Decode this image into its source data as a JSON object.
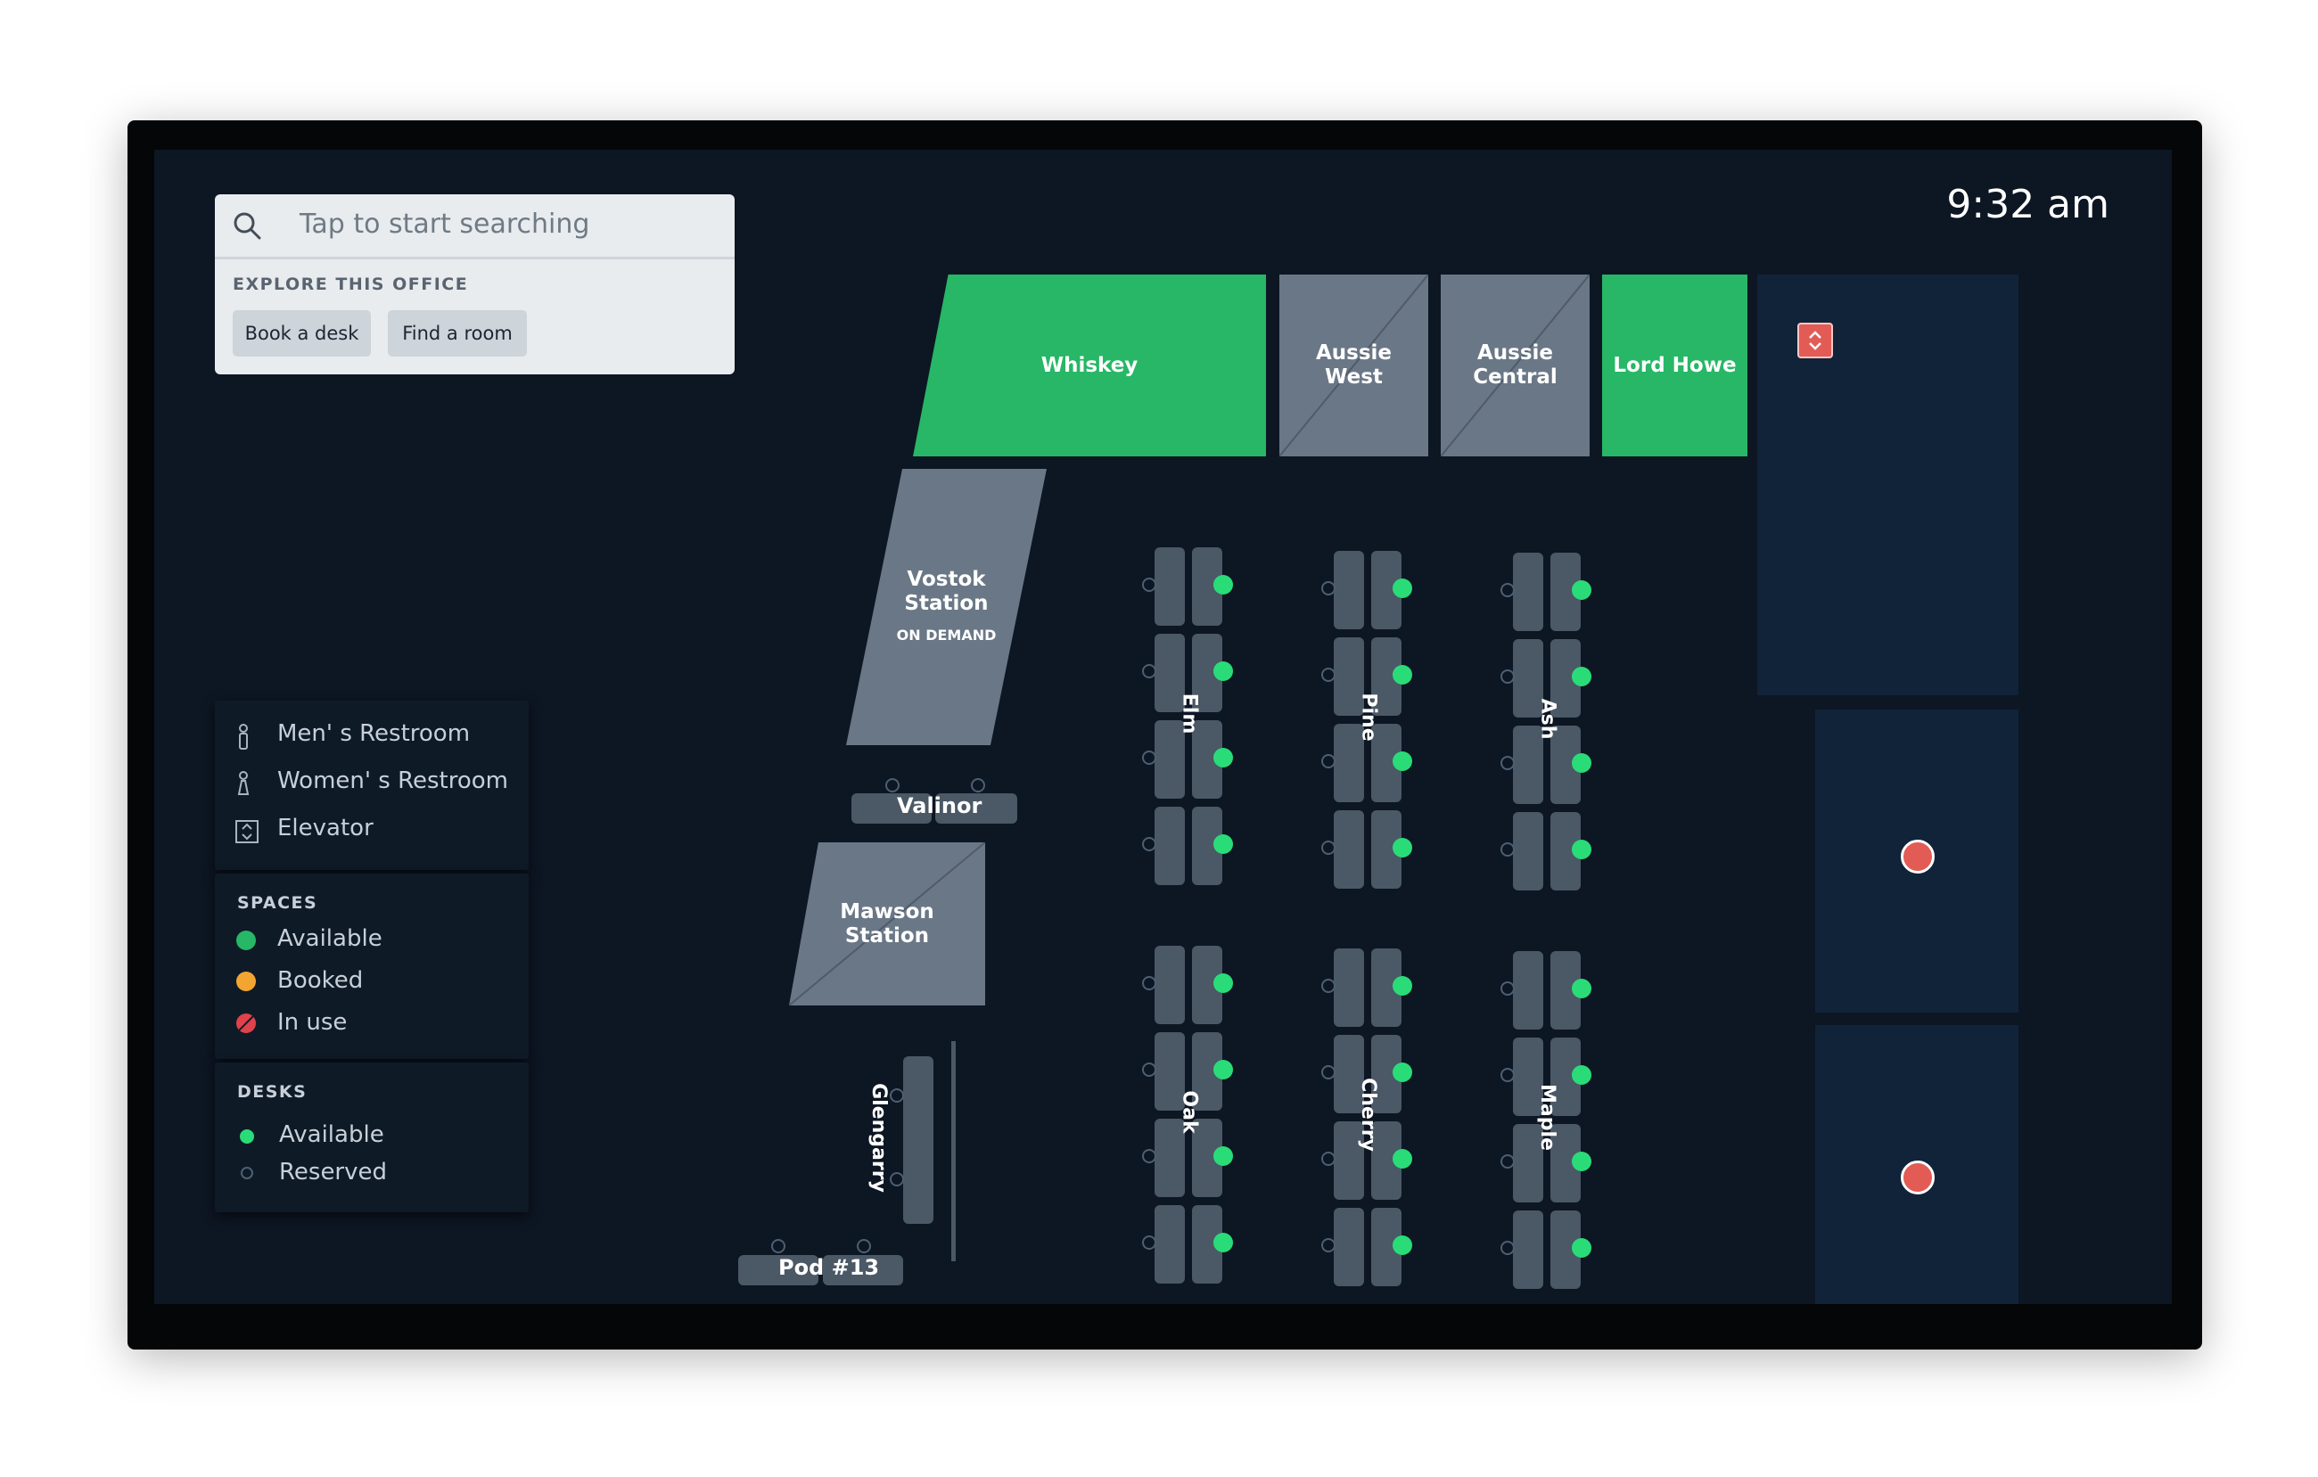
{
  "search": {
    "placeholder": "Tap to start searching",
    "explore_label": "EXPLORE THIS OFFICE",
    "actions": [
      "Book a desk",
      "Find a room"
    ]
  },
  "clock": "9:32 am",
  "rooms": {
    "whiskey": "Whiskey",
    "aussie_west": "Aussie\nWest",
    "aussie_central": "Aussie\nCentral",
    "lord_howe": "Lord Howe",
    "vostok": "Vostok\nStation",
    "vostok_tag": "ON DEMAND",
    "mawson": "Mawson\nStation"
  },
  "desk_banks": [
    "Elm",
    "Pine",
    "Ash",
    "Oak",
    "Cherry",
    "Maple"
  ],
  "pods": {
    "valinor": "Valinor",
    "glengarry": "Glengarry",
    "pod13": "Pod #13"
  },
  "legend": {
    "facilities": [
      "Men' s Restroom",
      "Women' s Restroom",
      "Elevator"
    ],
    "spaces_heading": "SPACES",
    "spaces": [
      "Available",
      "Booked",
      "In use"
    ],
    "desks_heading": "DESKS",
    "desks": [
      "Available",
      "Reserved"
    ]
  },
  "colors": {
    "available_space": "#27b766",
    "booked": "#f2a531",
    "in_use": "#e0424b",
    "desk_available": "#29dc78",
    "room_unavailable": "#6a7786",
    "restroom_marker": "#e35b55"
  },
  "icons": {
    "search": "search-icon",
    "men_restroom": "man-icon",
    "women_restroom": "woman-icon",
    "elevator": "elevator-icon"
  }
}
